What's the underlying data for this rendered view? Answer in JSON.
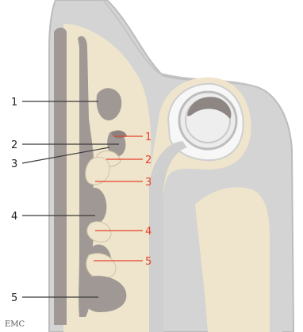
{
  "colors": {
    "outer_tissue": "#d4d4d4",
    "bone_cream": "#efe5cc",
    "air_cavity": "#a09894",
    "soft_tissue_line": "#b9b9b9",
    "black_leader": "#3a3a3a",
    "red_leader": "#e6402b"
  },
  "labels": {
    "left": [
      "1",
      "2",
      "3",
      "4",
      "5"
    ],
    "right": [
      "1",
      "2",
      "3",
      "4",
      "5"
    ]
  },
  "logo": "EMC"
}
